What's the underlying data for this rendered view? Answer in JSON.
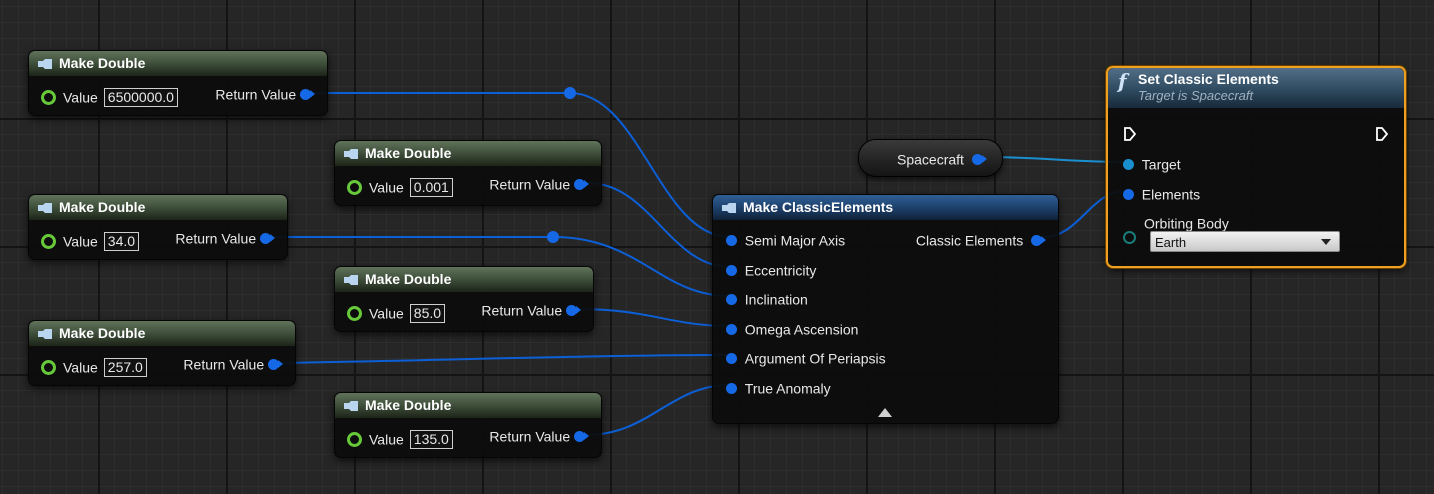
{
  "make_double_nodes": [
    {
      "title": "Make Double",
      "value_label": "Value",
      "value": "6500000.0",
      "output_label": "Return Value"
    },
    {
      "title": "Make Double",
      "value_label": "Value",
      "value": "0.001",
      "output_label": "Return Value"
    },
    {
      "title": "Make Double",
      "value_label": "Value",
      "value": "34.0",
      "output_label": "Return Value"
    },
    {
      "title": "Make Double",
      "value_label": "Value",
      "value": "85.0",
      "output_label": "Return Value"
    },
    {
      "title": "Make Double",
      "value_label": "Value",
      "value": "257.0",
      "output_label": "Return Value"
    },
    {
      "title": "Make Double",
      "value_label": "Value",
      "value": "135.0",
      "output_label": "Return Value"
    }
  ],
  "make_classic_elements": {
    "title": "Make ClassicElements",
    "inputs": [
      "Semi Major Axis",
      "Eccentricity",
      "Inclination",
      "Omega Ascension",
      "Argument Of Periapsis",
      "True Anomaly"
    ],
    "output": "Classic Elements"
  },
  "spacecraft_variable": {
    "label": "Spacecraft"
  },
  "set_classic_elements": {
    "title": "Set Classic Elements",
    "subtitle": "Target is Spacecraft",
    "inputs": [
      "Target",
      "Elements",
      "Orbiting Body"
    ],
    "orbiting_body_value": "Earth"
  },
  "colors": {
    "wire": "#0c5fd6",
    "pin": "#1669e6",
    "accent": "#f0a020",
    "exec": "#ffffff"
  }
}
